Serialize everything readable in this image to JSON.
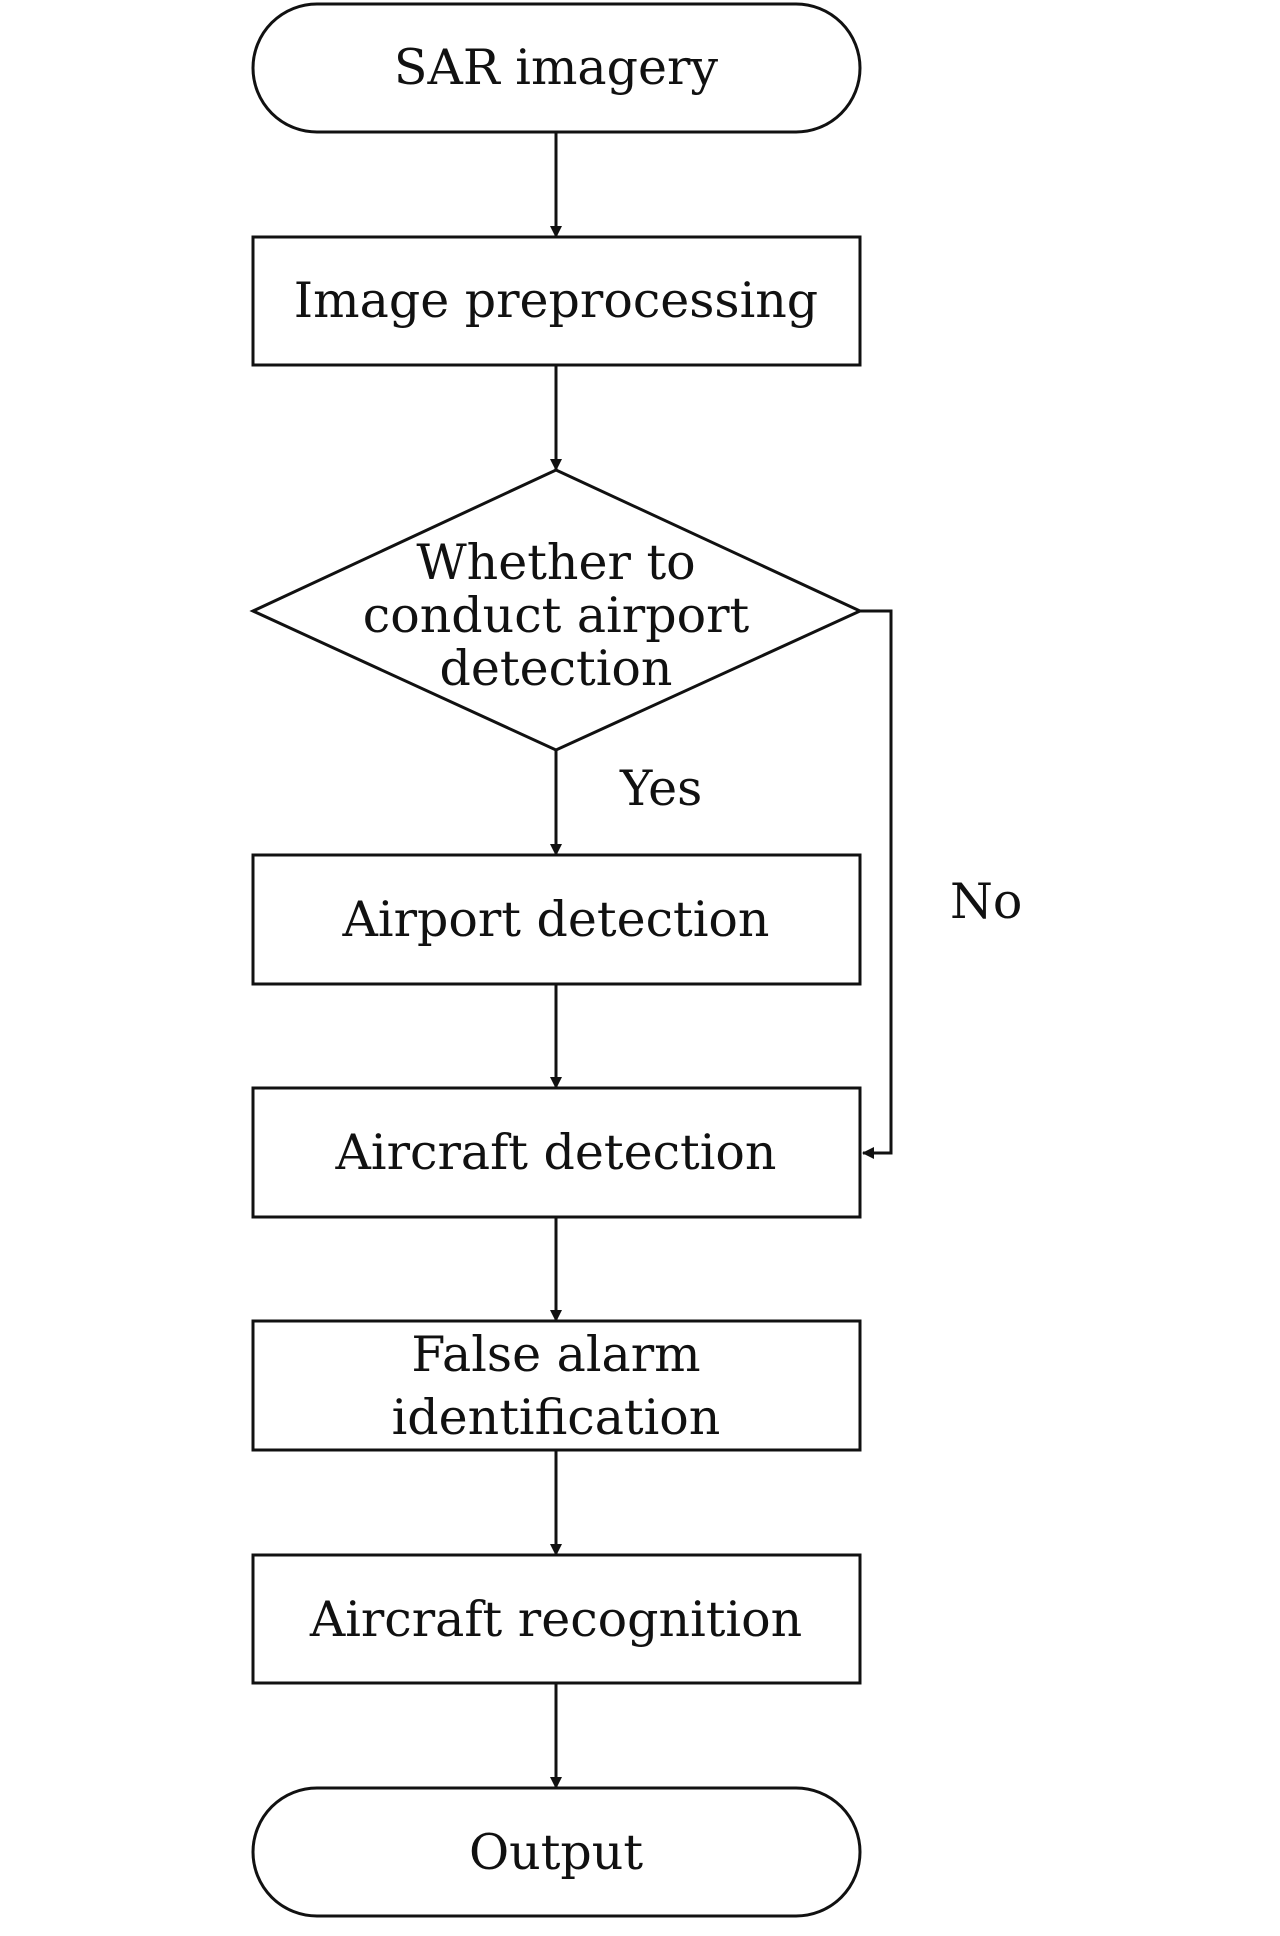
{
  "diagram": {
    "type": "flowchart",
    "nodes": [
      {
        "id": "start",
        "shape": "terminal",
        "lines": [
          "SAR imagery"
        ]
      },
      {
        "id": "preprocess",
        "shape": "process",
        "lines": [
          "Image preprocessing"
        ]
      },
      {
        "id": "decision",
        "shape": "decision",
        "lines": [
          "Whether to",
          "conduct airport",
          "detection"
        ]
      },
      {
        "id": "airport",
        "shape": "process",
        "lines": [
          "Airport detection"
        ]
      },
      {
        "id": "aircraft",
        "shape": "process",
        "lines": [
          "Aircraft detection"
        ]
      },
      {
        "id": "falsealarm",
        "shape": "process",
        "lines": [
          "False alarm",
          "identification"
        ]
      },
      {
        "id": "recognition",
        "shape": "process",
        "lines": [
          "Aircraft recognition"
        ]
      },
      {
        "id": "output",
        "shape": "terminal",
        "lines": [
          "Output"
        ]
      }
    ],
    "edges": [
      {
        "from": "start",
        "to": "preprocess",
        "label": ""
      },
      {
        "from": "preprocess",
        "to": "decision",
        "label": ""
      },
      {
        "from": "decision",
        "to": "airport",
        "label": "Yes"
      },
      {
        "from": "decision",
        "to": "aircraft",
        "label": "No"
      },
      {
        "from": "airport",
        "to": "aircraft",
        "label": ""
      },
      {
        "from": "aircraft",
        "to": "falsealarm",
        "label": ""
      },
      {
        "from": "falsealarm",
        "to": "recognition",
        "label": ""
      },
      {
        "from": "recognition",
        "to": "output",
        "label": ""
      }
    ]
  }
}
